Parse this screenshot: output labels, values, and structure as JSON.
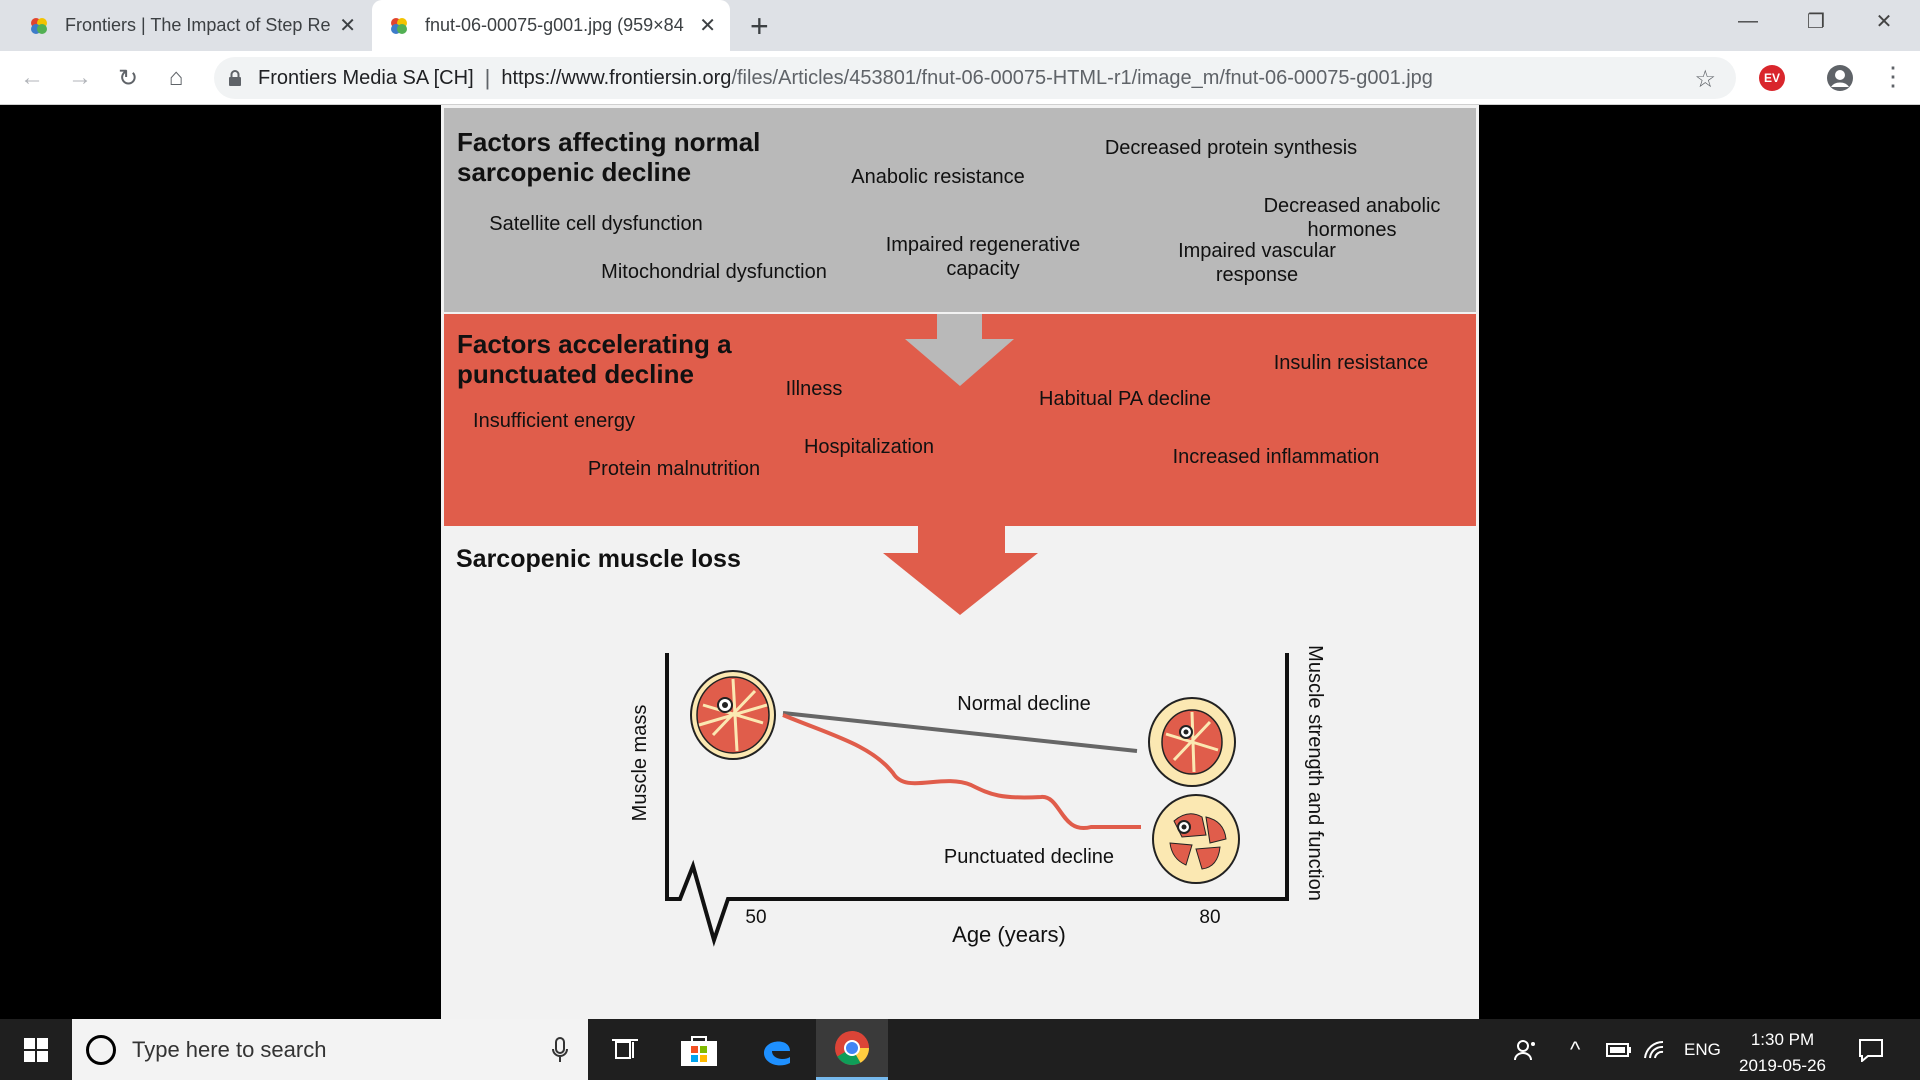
{
  "browser": {
    "tabs": [
      {
        "title": "Frontiers | The Impact of Step Re"
      },
      {
        "title": "fnut-06-00075-g001.jpg (959×84"
      }
    ],
    "site_label": "Frontiers Media SA [CH]",
    "url_host": "https://www.frontiersin.org",
    "url_path": "/files/Articles/453801/fnut-06-00075-HTML-r1/image_m/fnut-06-00075-g001.jpg"
  },
  "figure": {
    "section1": {
      "heading": "Factors affecting normal sarcopenic decline",
      "items": [
        "Decreased protein synthesis",
        "Anabolic resistance",
        "Decreased anabolic hormones",
        "Satellite cell  dysfunction",
        "Impaired regenerative capacity",
        "Impaired vascular response",
        "Mitochondrial dysfunction"
      ]
    },
    "section2": {
      "heading": "Factors accelerating a punctuated decline",
      "items": [
        "Insulin resistance",
        "Illness",
        "Habitual PA decline",
        "Insufficient energy",
        "Hospitalization",
        "Increased inflammation",
        "Protein malnutrition"
      ]
    },
    "section3": {
      "heading": "Sarcopenic muscle loss"
    },
    "graph": {
      "ylabel": "Muscle mass",
      "ylabel_right": "Muscle strength and function",
      "xlabel": "Age (years)",
      "tick_50": "50",
      "tick_80": "80",
      "normal_label": "Normal decline",
      "punctuated_label": "Punctuated decline"
    },
    "colors": {
      "gray_band": "#b9b9b9",
      "red_band": "#e05d4b",
      "normal_line": "#666666",
      "punctuated_line": "#e05d4b"
    }
  },
  "taskbar": {
    "search_placeholder": "Type here to search",
    "lang": "ENG",
    "time": "1:30 PM",
    "date": "2019-05-26"
  }
}
